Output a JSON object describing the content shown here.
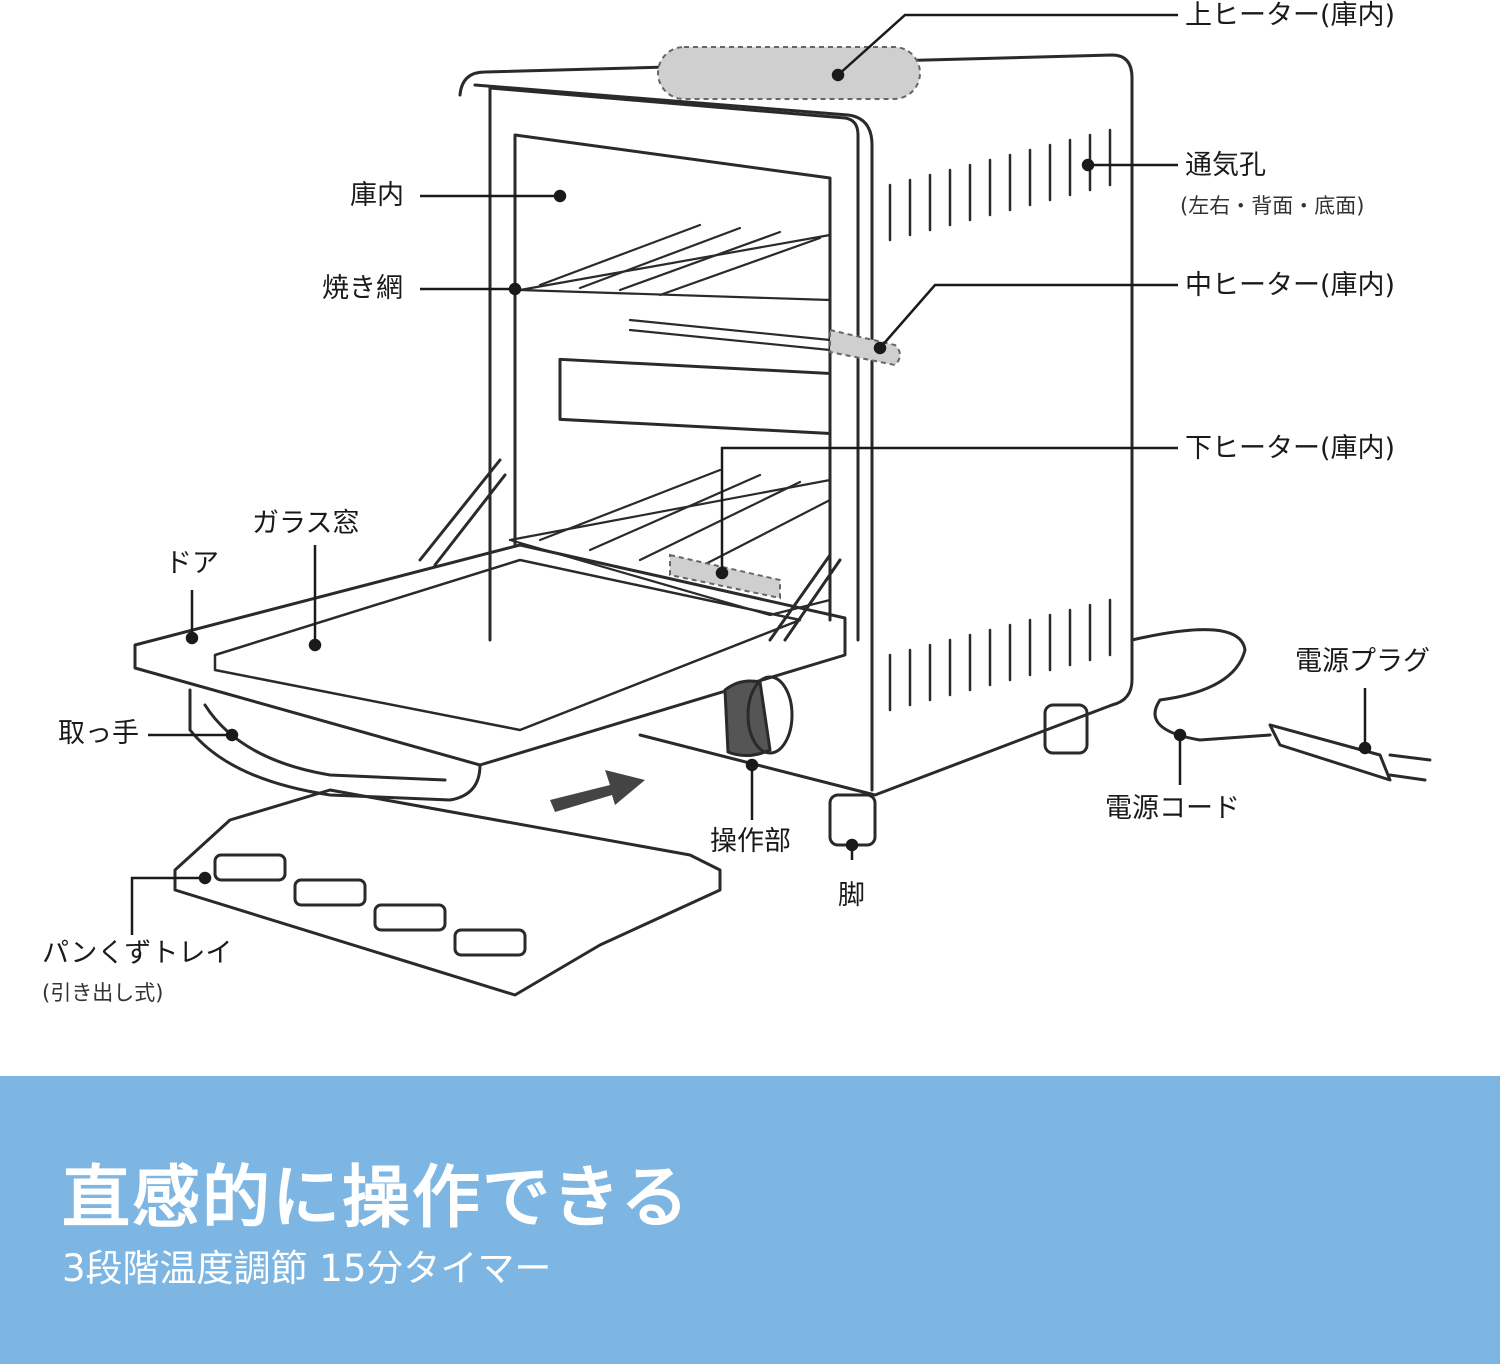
{
  "diagram": {
    "labels": {
      "top_heater": "上ヒーター(庫内)",
      "vent": "通気孔",
      "vent_sub": "(左右・背面・底面)",
      "mid_heater": "中ヒーター(庫内)",
      "bottom_heater": "下ヒーター(庫内)",
      "chamber": "庫内",
      "grill_rack": "焼き網",
      "glass_window": "ガラス窓",
      "door": "ドア",
      "handle": "取っ手",
      "crumb_tray": "パンくずトレイ",
      "crumb_tray_sub": "(引き出し式)",
      "controls": "操作部",
      "feet": "脚",
      "power_plug": "電源プラグ",
      "power_cord": "電源コード"
    }
  },
  "banner": {
    "headline": "直感的に操作できる",
    "subline": "3段階温度調節 15分タイマー",
    "color": "#7db6e3"
  }
}
